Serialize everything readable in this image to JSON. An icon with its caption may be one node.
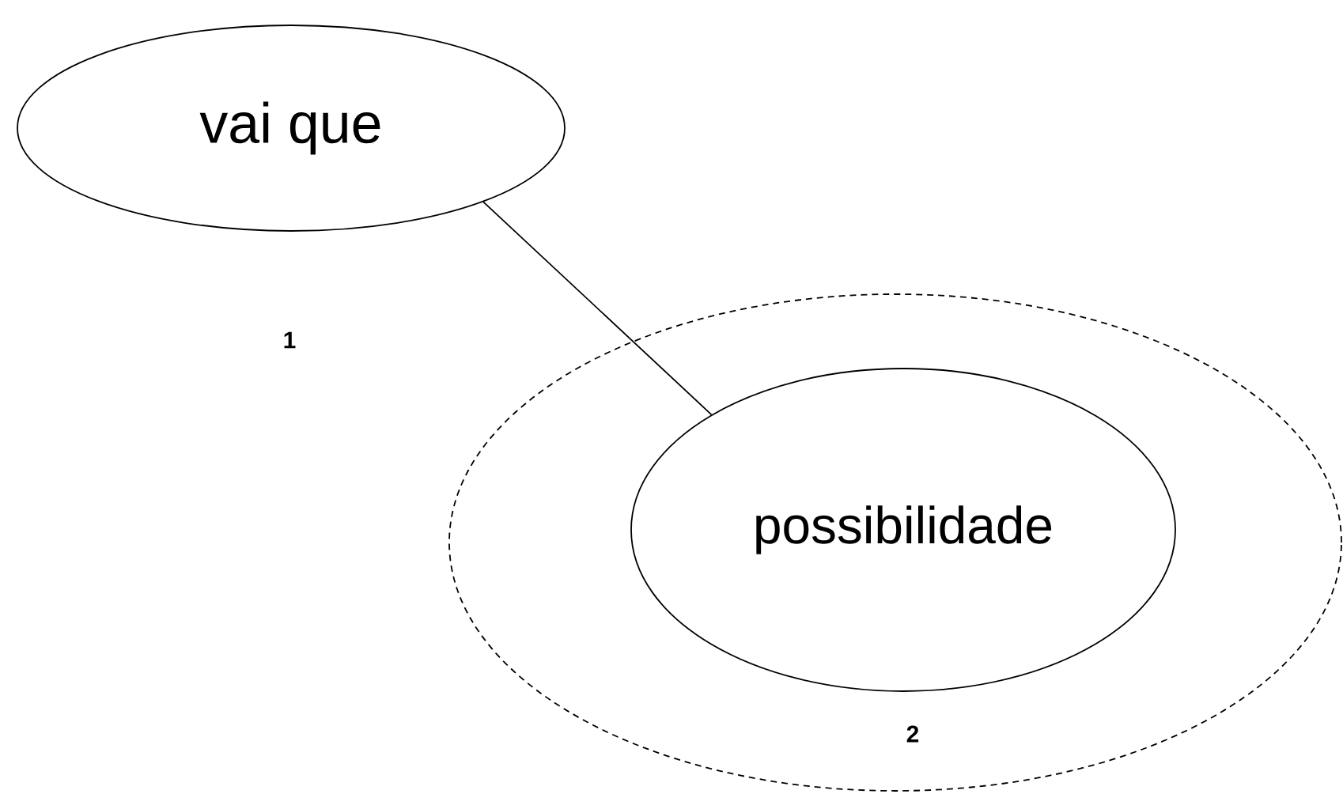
{
  "diagram": {
    "nodes": [
      {
        "text": [
          "vai que"
        ]
      },
      {
        "text": [
          "2"
        ]
      },
      {
        "text": [
          "possibilidade"
        ],
        "in": 1
      }
    ],
    "edges": [
      {
        "from": 0,
        "to": 2,
        "arrow": "none"
      }
    ],
    "labels": [
      "1"
    ]
  }
}
